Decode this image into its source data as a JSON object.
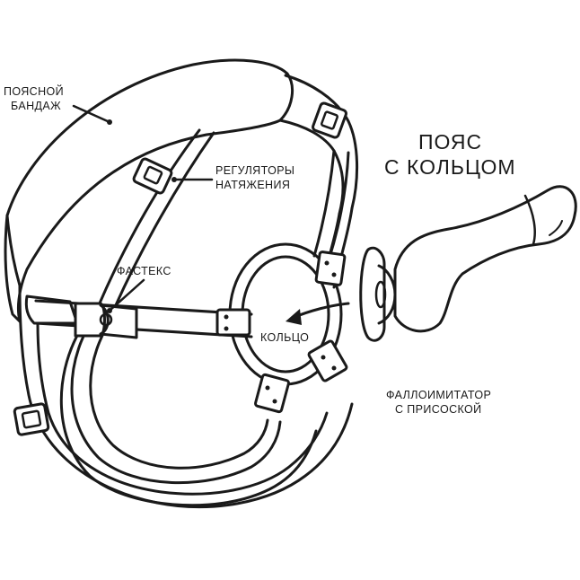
{
  "labels": {
    "waist_line1": "ПОЯСНОЙ",
    "waist_line2": "БАНДАЖ",
    "adjusters_line1": "РЕГУЛЯТОРЫ",
    "adjusters_line2": "НАТЯЖЕНИЯ",
    "belt_line1": "ПОЯС",
    "belt_line2": "С КОЛЬЦОМ",
    "fastex": "ФАСТЕКС",
    "ring": "КОЛЬЦО",
    "dildo_line1": "ФАЛЛОИМИТАТОР",
    "dildo_line2": "С ПРИСОСКОЙ"
  },
  "colors": {
    "ink": "#1a1a1a",
    "background": "#ffffff"
  }
}
